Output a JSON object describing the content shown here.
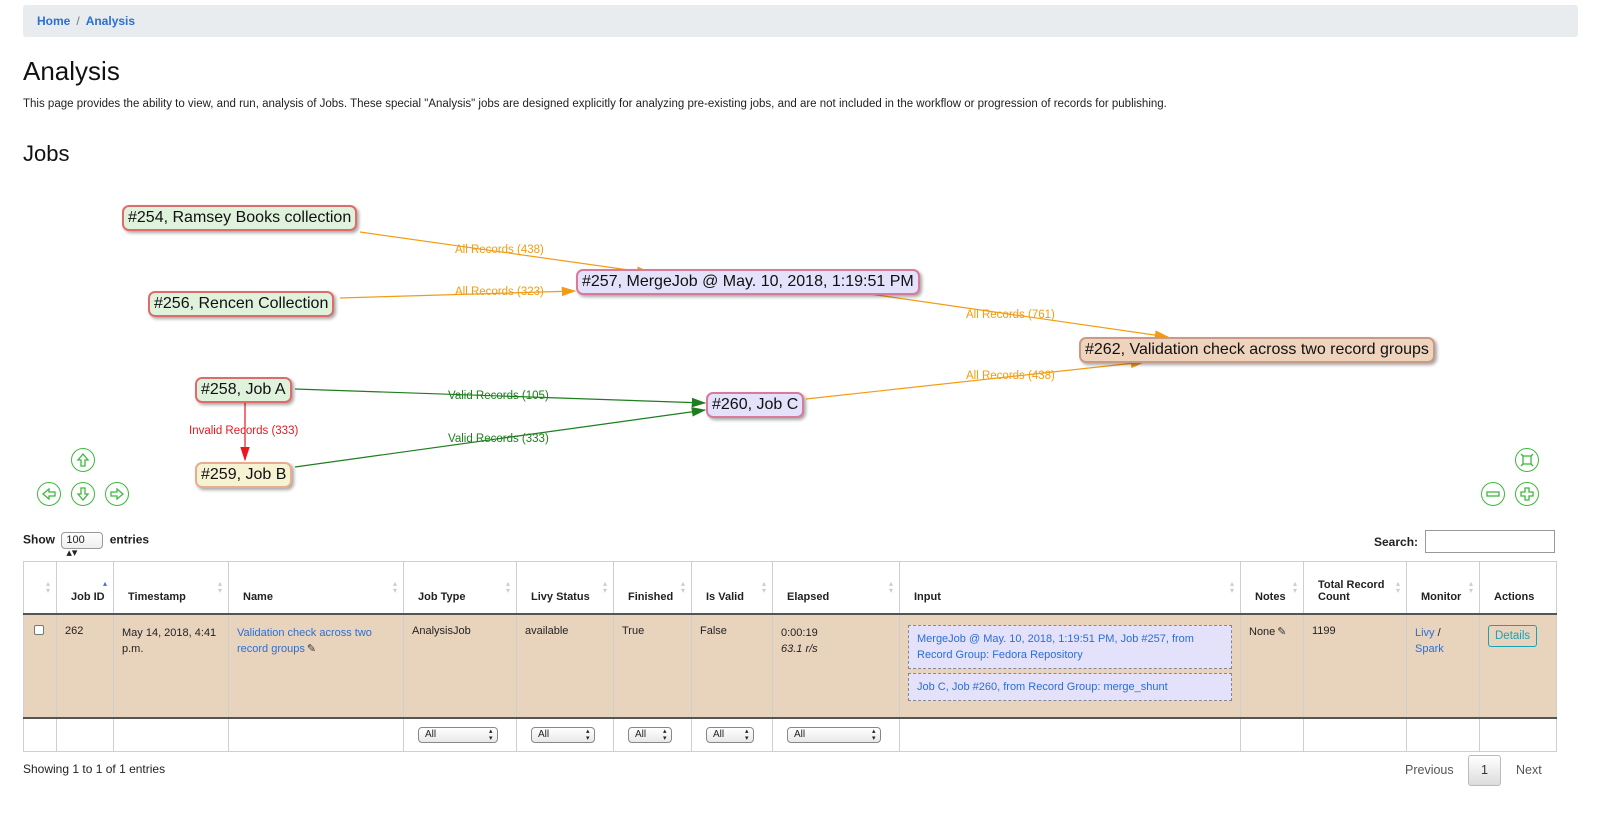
{
  "breadcrumb": {
    "home": "Home",
    "sep": "/",
    "current": "Analysis"
  },
  "page": {
    "title": "Analysis",
    "description": "This page provides the ability to view, and run, analysis of Jobs. These special \"Analysis\" jobs are designed explicitly for analyzing pre-existing jobs, and are not included in the workflow or progression of records for publishing.",
    "jobs_heading": "Jobs"
  },
  "graph": {
    "nodes": {
      "n254": "#254, Ramsey Books collection",
      "n256": "#256, Rencen Collection",
      "n257": "#257, MergeJob @ May. 10, 2018, 1:19:51 PM",
      "n262": "#262, Validation check across two record groups",
      "n258": "#258, Job A",
      "n259": "#259, Job B",
      "n260": "#260, Job C"
    },
    "edges": {
      "e254_257": "All Records (438)",
      "e256_257": "All Records (323)",
      "e257_262": "All Records (761)",
      "e260_262": "All Records (438)",
      "e258_260": "Valid Records (105)",
      "e259_260": "Valid Records (333)",
      "e258_259": "Invalid Records (333)"
    },
    "colors": {
      "orange": "#f39c12",
      "green": "#1e7d1e",
      "red": "#e8181e",
      "nav": "#3cb83c"
    },
    "controls": [
      "arrow-up-icon",
      "arrow-left-icon",
      "arrow-down-icon",
      "arrow-right-icon",
      "fit-icon",
      "zoom-out-icon",
      "zoom-in-icon"
    ]
  },
  "table_controls": {
    "show_label": "Show",
    "entries_value": "100",
    "entries_label": "entries",
    "search_label": "Search:",
    "search_value": ""
  },
  "table": {
    "headers": [
      "",
      "Job ID",
      "Timestamp",
      "Name",
      "Job Type",
      "Livy Status",
      "Finished",
      "Is Valid",
      "Elapsed",
      "Input",
      "Notes",
      "Total Record Count",
      "Monitor",
      "Actions"
    ],
    "row": {
      "job_id": "262",
      "timestamp": "May 14, 2018, 4:41 p.m.",
      "name": "Validation check across two record groups",
      "job_type": "AnalysisJob",
      "livy_status": "available",
      "finished": "True",
      "is_valid": "False",
      "elapsed": "0:00:19",
      "rate": "63.1 r/s",
      "input_1": "MergeJob @ May. 10, 2018, 1:19:51 PM, Job #257, from Record Group: Fedora Repository",
      "input_2": "Job C, Job #260, from Record Group: merge_shunt",
      "notes": "None",
      "total_record_count": "1199",
      "monitor_livy": "Livy",
      "monitor_sep": " /",
      "monitor_spark": "Spark",
      "action": "Details"
    },
    "filters": {
      "job_type": "All",
      "livy_status": "All",
      "finished": "All",
      "is_valid": "All",
      "elapsed": "All"
    }
  },
  "footer": {
    "showing": "Showing 1 to 1 of 1 entries",
    "previous": "Previous",
    "page": "1",
    "next": "Next"
  }
}
